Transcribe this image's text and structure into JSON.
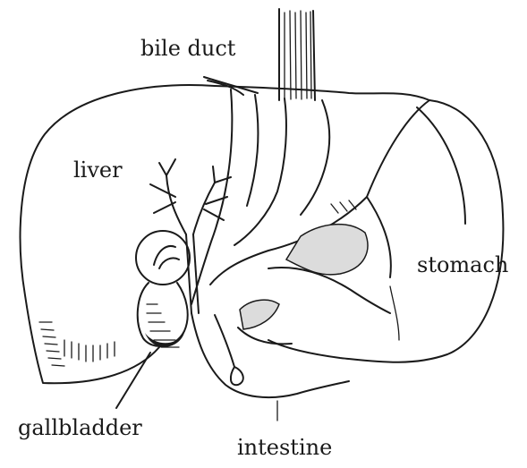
{
  "labels": {
    "bile_duct": "bile duct",
    "liver": "liver",
    "stomach": "stomach",
    "gallbladder": "gallbladder",
    "intestine": "intestine"
  },
  "colors": {
    "ink": "#1a1a1a",
    "shade": "#dcdcdc",
    "background": "#ffffff"
  }
}
